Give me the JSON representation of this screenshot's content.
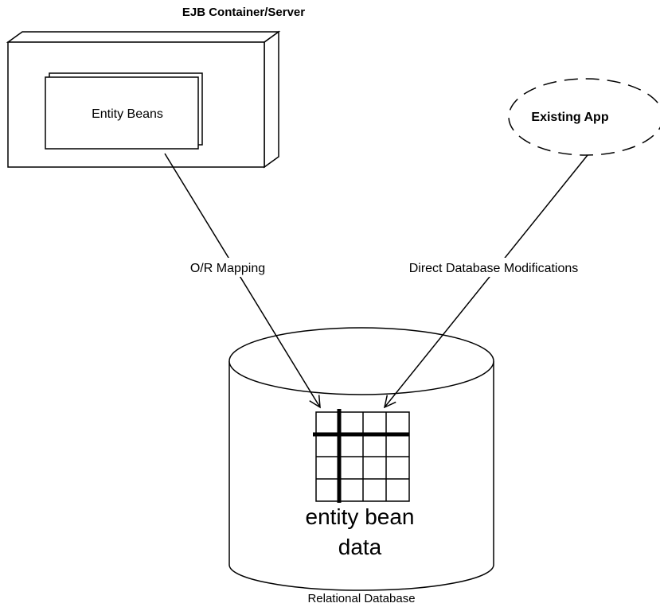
{
  "diagram": {
    "container_title": "EJB Container/Server",
    "entity_beans_label": "Entity Beans",
    "existing_app_label": "Existing App",
    "or_mapping_label": "O/R Mapping",
    "direct_mod_label": "Direct Database Modifications",
    "db_data_line1": "entity bean",
    "db_data_line2": "data",
    "database_label": "Relational Database"
  },
  "colors": {
    "stroke": "#000000",
    "background": "#ffffff"
  }
}
